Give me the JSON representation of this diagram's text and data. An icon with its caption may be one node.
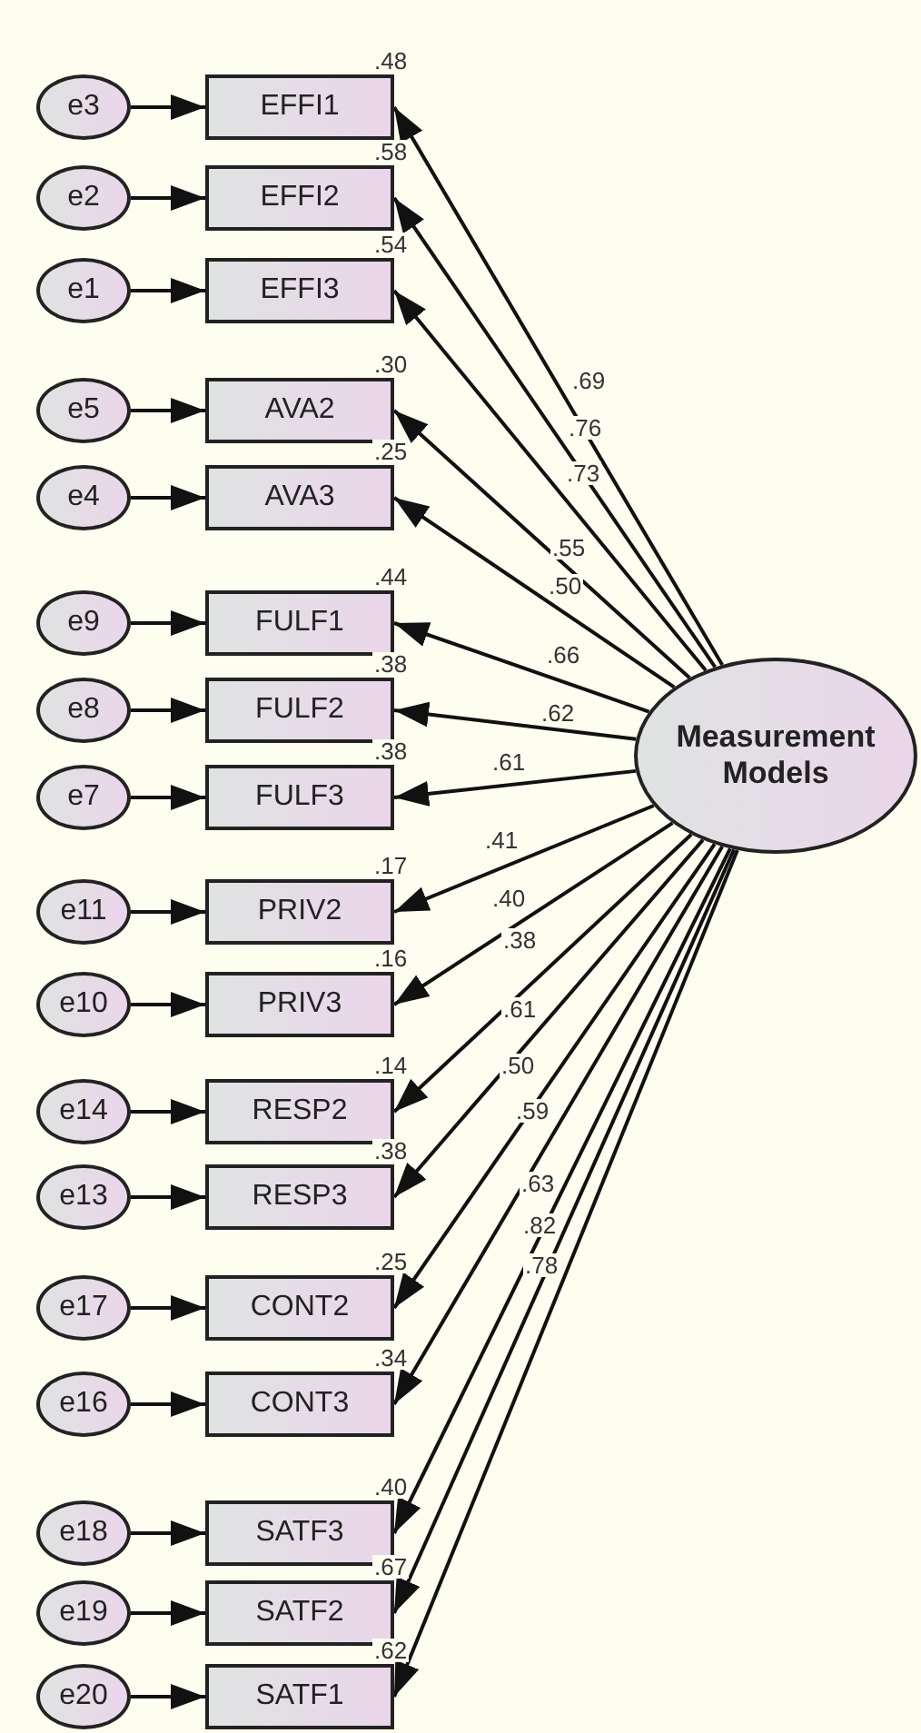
{
  "diagram": {
    "nodes": [
      {
        "text": [
          "e3"
        ]
      },
      {
        "text": [
          "EFFI1"
        ],
        "beside": [
          ".48"
        ]
      },
      {
        "text": [
          "e2"
        ]
      },
      {
        "text": [
          "EFFI2"
        ],
        "beside": [
          ".58"
        ]
      },
      {
        "text": [
          "e1"
        ]
      },
      {
        "text": [
          "EFFI3"
        ],
        "beside": [
          ".54"
        ]
      },
      {
        "text": [
          "e5"
        ]
      },
      {
        "text": [
          "AVA2"
        ],
        "beside": [
          ".30"
        ]
      },
      {
        "text": [
          "e4"
        ]
      },
      {
        "text": [
          "AVA3"
        ],
        "beside": [
          ".25"
        ]
      },
      {
        "text": [
          "e9"
        ]
      },
      {
        "text": [
          "FULF1"
        ],
        "beside": [
          ".44"
        ]
      },
      {
        "text": [
          "e8"
        ]
      },
      {
        "text": [
          "FULF2"
        ],
        "beside": [
          ".38"
        ]
      },
      {
        "text": [
          "e7"
        ]
      },
      {
        "text": [
          "FULF3"
        ],
        "beside": [
          ".38"
        ]
      },
      {
        "text": [
          "e11"
        ]
      },
      {
        "text": [
          "PRIV2"
        ],
        "beside": [
          ".17"
        ]
      },
      {
        "text": [
          "e10"
        ]
      },
      {
        "text": [
          "PRIV3"
        ],
        "beside": [
          ".16"
        ]
      },
      {
        "text": [
          "e14"
        ]
      },
      {
        "text": [
          "RESP2"
        ],
        "beside": [
          ".14"
        ]
      },
      {
        "text": [
          "e13"
        ]
      },
      {
        "text": [
          "RESP3"
        ],
        "beside": [
          ".38"
        ]
      },
      {
        "text": [
          "e17"
        ]
      },
      {
        "text": [
          "CONT2"
        ],
        "beside": [
          ".25"
        ]
      },
      {
        "text": [
          "e16"
        ]
      },
      {
        "text": [
          "CONT3"
        ],
        "beside": [
          ".34"
        ]
      },
      {
        "text": [
          "e18"
        ]
      },
      {
        "text": [
          "SATF3"
        ],
        "beside": [
          ".40"
        ]
      },
      {
        "text": [
          "e19"
        ]
      },
      {
        "text": [
          "SATF2"
        ],
        "beside": [
          ".67"
        ]
      },
      {
        "text": [
          "e20"
        ]
      },
      {
        "text": [
          "SATF1"
        ],
        "beside": [
          ".62"
        ]
      },
      {
        "text": [
          "Measurement Models"
        ]
      }
    ],
    "edges": [
      {
        "from": 0,
        "to": 1,
        "arrow": "to"
      },
      {
        "from": 34,
        "to": 1,
        "arrow": "to",
        "label": ".69"
      },
      {
        "from": 2,
        "to": 3,
        "arrow": "to"
      },
      {
        "from": 34,
        "to": 3,
        "arrow": "to",
        "label": ".76"
      },
      {
        "from": 4,
        "to": 5,
        "arrow": "to"
      },
      {
        "from": 34,
        "to": 5,
        "arrow": "to",
        "label": ".73"
      },
      {
        "from": 6,
        "to": 7,
        "arrow": "to"
      },
      {
        "from": 34,
        "to": 7,
        "arrow": "to",
        "label": ".55"
      },
      {
        "from": 8,
        "to": 9,
        "arrow": "to"
      },
      {
        "from": 34,
        "to": 9,
        "arrow": "to",
        "label": ".50"
      },
      {
        "from": 10,
        "to": 11,
        "arrow": "to"
      },
      {
        "from": 34,
        "to": 11,
        "arrow": "to",
        "label": ".66"
      },
      {
        "from": 12,
        "to": 13,
        "arrow": "to"
      },
      {
        "from": 34,
        "to": 13,
        "arrow": "to",
        "label": ".62"
      },
      {
        "from": 14,
        "to": 15,
        "arrow": "to"
      },
      {
        "from": 34,
        "to": 15,
        "arrow": "to",
        "label": ".61"
      },
      {
        "from": 16,
        "to": 17,
        "arrow": "to"
      },
      {
        "from": 34,
        "to": 17,
        "arrow": "to",
        "label": ".41"
      },
      {
        "from": 18,
        "to": 19,
        "arrow": "to"
      },
      {
        "from": 34,
        "to": 19,
        "arrow": "to",
        "label": ".40"
      },
      {
        "from": 20,
        "to": 21,
        "arrow": "to"
      },
      {
        "from": 34,
        "to": 21,
        "arrow": "to",
        "label": ".38"
      },
      {
        "from": 22,
        "to": 23,
        "arrow": "to"
      },
      {
        "from": 34,
        "to": 23,
        "arrow": "to",
        "label": ".61"
      },
      {
        "from": 24,
        "to": 25,
        "arrow": "to"
      },
      {
        "from": 34,
        "to": 25,
        "arrow": "to",
        "label": ".50"
      },
      {
        "from": 26,
        "to": 27,
        "arrow": "to"
      },
      {
        "from": 34,
        "to": 27,
        "arrow": "to",
        "label": ".59"
      },
      {
        "from": 28,
        "to": 29,
        "arrow": "to"
      },
      {
        "from": 34,
        "to": 29,
        "arrow": "to",
        "label": ".63"
      },
      {
        "from": 30,
        "to": 31,
        "arrow": "to"
      },
      {
        "from": 34,
        "to": 31,
        "arrow": "to",
        "label": ".82"
      },
      {
        "from": 32,
        "to": 33,
        "arrow": "to"
      },
      {
        "from": 34,
        "to": 33,
        "arrow": "to",
        "label": ".78"
      }
    ]
  }
}
